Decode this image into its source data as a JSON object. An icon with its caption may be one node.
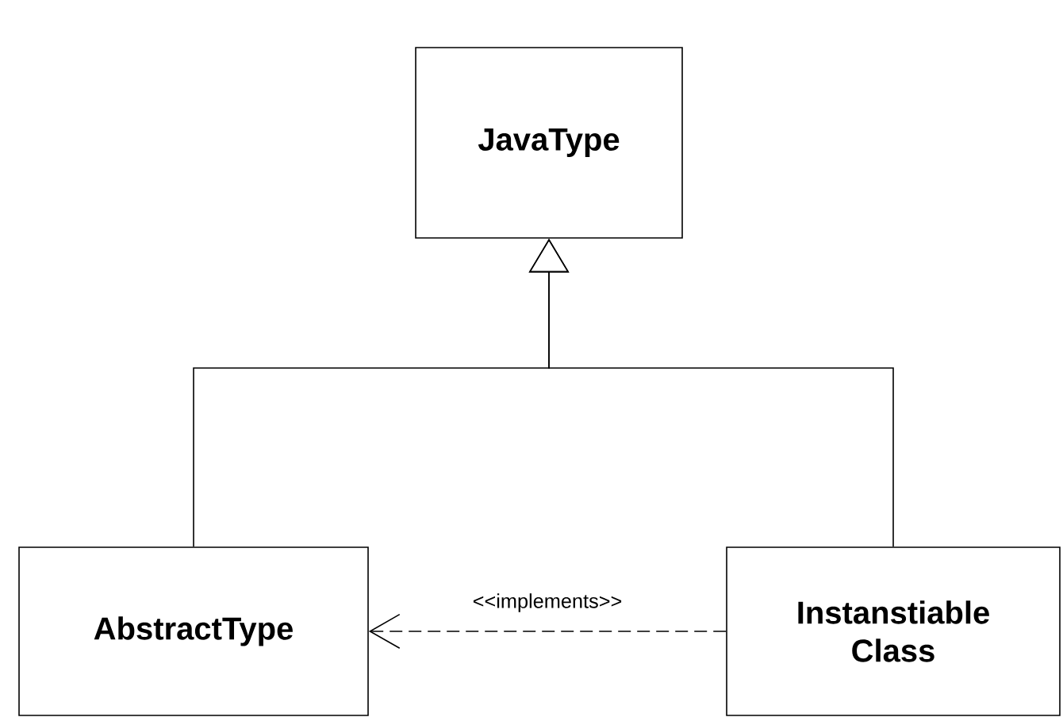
{
  "diagram": {
    "nodes": [
      {
        "text": [
          "JavaType"
        ]
      },
      {
        "text": [
          "AbstractType"
        ]
      },
      {
        "text": [
          "Instanstiable Class"
        ]
      }
    ],
    "edges": [
      {
        "from": 1,
        "to": 0,
        "arrow": "to"
      },
      {
        "from": 2,
        "to": 0,
        "arrow": "to"
      },
      {
        "from": 2,
        "to": 1,
        "arrow": "to",
        "style": "dashed",
        "label": "<<implements>>"
      }
    ]
  }
}
